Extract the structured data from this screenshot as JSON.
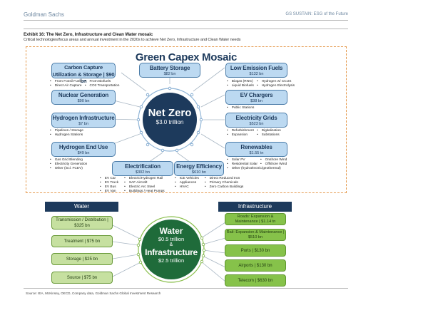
{
  "header": {
    "brand": "Goldman Sachs",
    "report": "GS SUSTAIN: ESG of the Future"
  },
  "exhibit": {
    "title": "Exhibit 16: The Net Zero, Infrastructure and Clean Water mosaic",
    "subtitle": "Critical technologies/focus areas and annual investment in the 2020s to achieve Net Zero, Infrastructure and Clean Water needs"
  },
  "mosaic": {
    "title": "Green Capex Mosaic",
    "center": {
      "name": "Net Zero",
      "value": "$3.0 trillion"
    },
    "items": [
      {
        "name": "Carbon Capture Utilization & Storage | $90 bn",
        "value": "",
        "bullets": [
          [
            "From Fossil Fuels",
            "Direct Air Capture"
          ],
          [
            "From Biofuels",
            "CO2 Transportation"
          ]
        ]
      },
      {
        "name": "Battery Storage",
        "value": "$82 bn",
        "bullets": []
      },
      {
        "name": "Low Emission Fuels",
        "value": "$132 bn",
        "bullets": [
          [
            "Biogas (RNG)",
            "Liquid Biofuels"
          ],
          [
            "Hydrogen w/ CCUS",
            "Hydrogen Electrolysis"
          ]
        ]
      },
      {
        "name": "Nuclear Generation",
        "value": "$90 bn",
        "bullets": []
      },
      {
        "name": "EV Chargers",
        "value": "$38 bn",
        "bullets": [
          [
            "Public Stations"
          ]
        ]
      },
      {
        "name": "Hydrogen Infrastructure",
        "value": "$7 bn",
        "bullets": [
          [
            "Pipelines / Storage",
            "Hydrogen Stations"
          ]
        ]
      },
      {
        "name": "Electricity Grids",
        "value": "$523 bn",
        "bullets": [
          [
            "Refurbishment",
            "Expansion"
          ],
          [
            "Digitalization",
            "Substations"
          ]
        ]
      },
      {
        "name": "Hydrogen End Use",
        "value": "$49 bn",
        "bullets": [
          [
            "Gas Grid Blending",
            "Electricity Generation",
            "Other (incl. FCEV)"
          ]
        ]
      },
      {
        "name": "Renewables",
        "value": "$1.55 tn",
        "bullets": [
          [
            "Solar PV",
            "Residential Solar"
          ],
          [
            "Onshore Wind",
            "Offshore Wind"
          ]
        ],
        "extra": "Other (hydroelectric/geothermal)"
      },
      {
        "name": "Electrification",
        "value": "$302 bn",
        "bullets": [
          [
            "EV Car",
            "EV Truck",
            "EV Bus",
            "EV Van"
          ],
          [
            "Electric/Hydrogen Rail",
            "SAF Aircraft",
            "Electric Arc Steel",
            "Buildings / Heat Pumps"
          ]
        ]
      },
      {
        "name": "Energy Efficiency",
        "value": "$610 bn",
        "bullets": [
          [
            "ICE Vehicles",
            "Appliances",
            "HVAC"
          ],
          [
            "Direct Reduced Iron",
            "Primary Chemicals",
            "Zero Carbon Buildings"
          ]
        ]
      }
    ]
  },
  "water": {
    "header": "Water",
    "items": [
      "Transmission / Distribution | $325 bn",
      "Treatment | $75 bn",
      "Storage | $25 bn",
      "Source | $75 bn"
    ]
  },
  "infrastructure": {
    "header": "Infrastructure",
    "items": [
      "Roads: Expansion & Maintenance | $1.14 tn",
      "Rail: Expansion & Maintenance | $510 bn",
      "Ports | $130 bn",
      "Airports | $130 bn",
      "Telecom | $630 bn"
    ]
  },
  "center2": {
    "line1": "Water",
    "line2": "$0.5 trillion",
    "line3": "&",
    "line4": "Infrastructure",
    "line5": "$2.5 trillion"
  },
  "source": "Source: IEA, McKinsey, OECD, Company data, Goldman Sachs Global Investment Research",
  "colors": {
    "navy": "#1d3a5c",
    "blue_box": "#bcd9f1",
    "green_dark": "#1f6b3a",
    "green_light": "#c6e0a0",
    "green_mid": "#86c24a",
    "orange_dash": "#e59a4e"
  }
}
